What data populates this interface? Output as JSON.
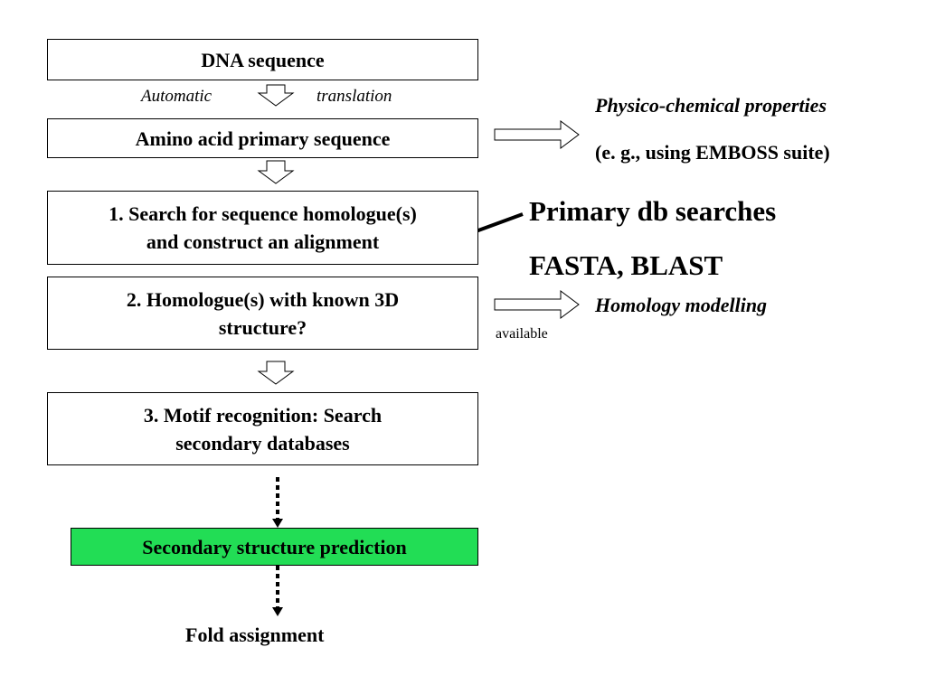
{
  "flowchart": {
    "dna_sequence": "DNA sequence",
    "translation_left": "Automatic",
    "translation_right": "translation",
    "amino_acid": "Amino acid primary sequence",
    "step1": [
      "1. Search for sequence homologue(s)",
      "and construct an alignment"
    ],
    "step2": [
      "2. Homologue(s) with known 3D",
      "structure?"
    ],
    "step3": [
      "3. Motif recognition: Search",
      "secondary databases"
    ],
    "secondary_structure": "Secondary structure prediction",
    "fold_assignment": "Fold assignment"
  },
  "side_notes": {
    "physico_title": "Physico-chemical properties",
    "physico_example": "(e. g., using EMBOSS suite)",
    "primary_db": "Primary db searches",
    "tools": "FASTA, BLAST",
    "homology_modelling": "Homology modelling",
    "available": "available"
  },
  "colors": {
    "secondary_structure_fill": "#22dd55"
  }
}
